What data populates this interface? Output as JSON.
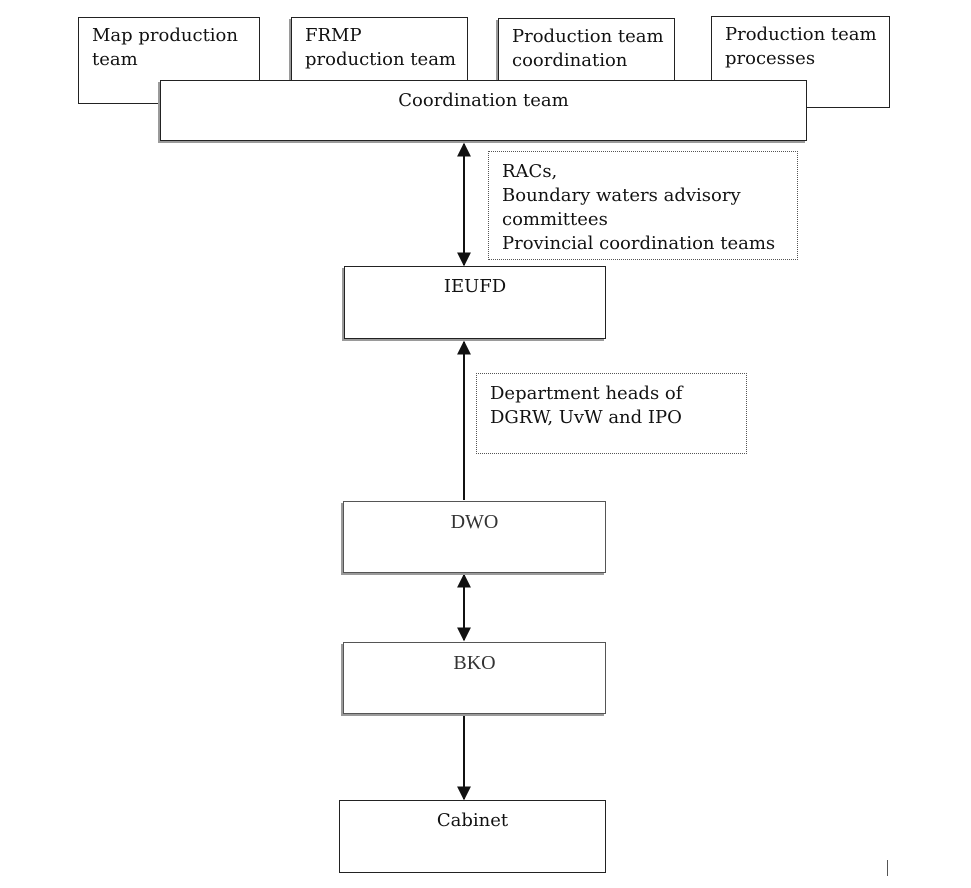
{
  "top_boxes": [
    {
      "line1": "Map production",
      "line2": "team"
    },
    {
      "line1": "FRMP",
      "line2": "production team"
    },
    {
      "line1": "Production team",
      "line2": "coordination"
    },
    {
      "line1": "Production team",
      "line2": "processes"
    }
  ],
  "coordination_team": "Coordination team",
  "note_1": {
    "lines": [
      "RACs,",
      "Boundary waters advisory",
      "committees",
      "Provincial coordination teams"
    ]
  },
  "ieufd": "IEUFD",
  "note_2": {
    "lines": [
      "Department heads of",
      "DGRW, UvW and IPO"
    ]
  },
  "dwo": "DWO",
  "bko": "BKO",
  "cabinet": "Cabinet"
}
